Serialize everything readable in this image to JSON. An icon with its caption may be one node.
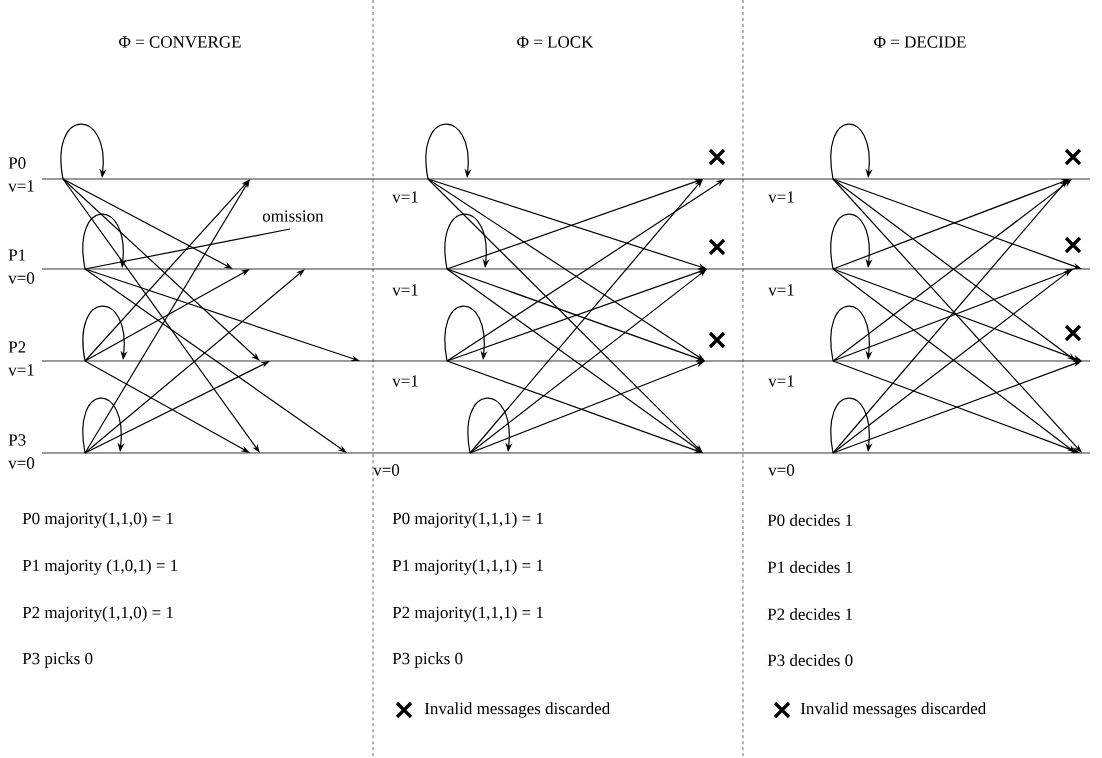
{
  "diagram": {
    "labels": [
      "Φ = CONVERGE",
      "Φ = LOCK",
      "Φ = DECIDE",
      "P0",
      "v=1",
      "omission",
      "P1",
      "v=0",
      "P2",
      "v=1",
      "P3",
      "v=0",
      "v=1",
      "v=1",
      "v=1",
      "v=0",
      "v=1",
      "v=1",
      "v=1",
      "v=0",
      "P0 majority(1,1,0) = 1",
      "P1 majority (1,0,1) = 1",
      "P2 majority(1,1,0) = 1",
      "P3 picks 0",
      "P0 majority(1,1,1) = 1",
      "P1 majority(1,1,1) = 1",
      "P2 majority(1,1,1) = 1",
      "P3 picks 0",
      "P0 decides 1",
      "P1 decides 1",
      "P2 decides 1",
      "P3 decides 0"
    ],
    "legend": [
      {
        "text": "Invalid messages discarded"
      },
      {
        "text": "Invalid messages discarded"
      }
    ]
  }
}
